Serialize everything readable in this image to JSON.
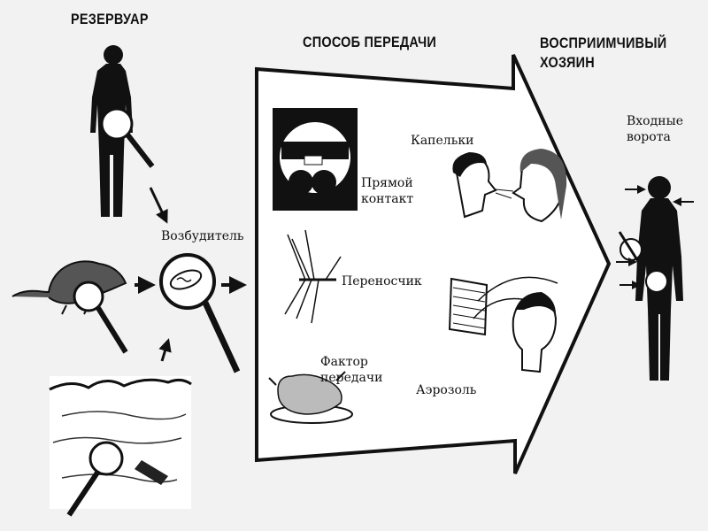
{
  "headers": {
    "reservoir": "РЕЗЕРВУАР",
    "transmission": "СПОСОБ ПЕРЕДАЧИ",
    "host": "ВОСПРИИМЧИВЫЙ\nХОЗЯИН"
  },
  "labels": {
    "pathogen": "Возбудитель",
    "direct_contact": "Прямой\nконтакт",
    "droplets": "Капельки",
    "vector": "Переносчик",
    "vehicle": "Фактор\nпередачи",
    "aerosol": "Аэрозоль",
    "portals_of_entry": "Входные\nворота"
  },
  "colors": {
    "background": "#f2f2f2",
    "ink": "#111111",
    "arrow_fill": "#ffffff"
  },
  "icons": [
    "human-silhouette-icon",
    "magnifier-icon",
    "rat-icon",
    "pond-landscape-icon",
    "microbe-icon",
    "mosquito-icon",
    "roast-chicken-icon",
    "sneezing-person-icon",
    "breathing-person-icon",
    "arrow-icon"
  ]
}
